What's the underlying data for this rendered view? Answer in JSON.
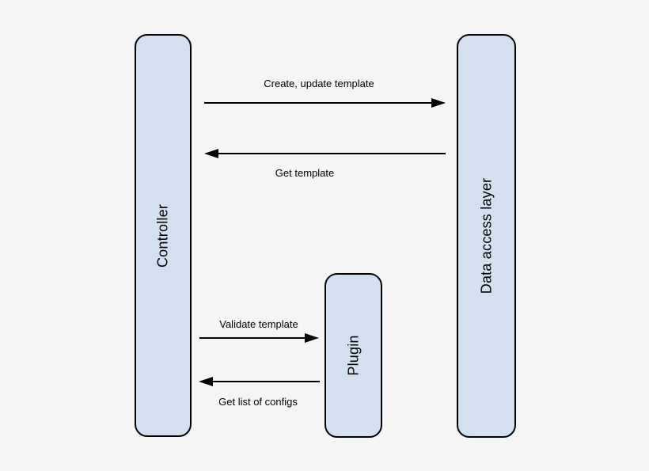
{
  "diagram": {
    "type": "sequence-diagram",
    "background_color": "#f5f5f5",
    "node_fill_color": "#d3e0f0",
    "node_border_color": "#000000",
    "text_color": "#000000",
    "nodes": [
      {
        "id": "controller",
        "label": "Controller"
      },
      {
        "id": "plugin",
        "label": "Plugin"
      },
      {
        "id": "data_access_layer",
        "label": "Data access layer"
      }
    ],
    "messages": [
      {
        "label": "Create, update template",
        "from": "controller",
        "to": "data_access_layer",
        "direction": "right",
        "label_position": "above"
      },
      {
        "label": "Get template",
        "from": "data_access_layer",
        "to": "controller",
        "direction": "left",
        "label_position": "below"
      },
      {
        "label": "Validate template",
        "from": "controller",
        "to": "plugin",
        "direction": "right",
        "label_position": "above"
      },
      {
        "label": "Get list of configs",
        "from": "plugin",
        "to": "controller",
        "direction": "left",
        "label_position": "below"
      }
    ]
  }
}
